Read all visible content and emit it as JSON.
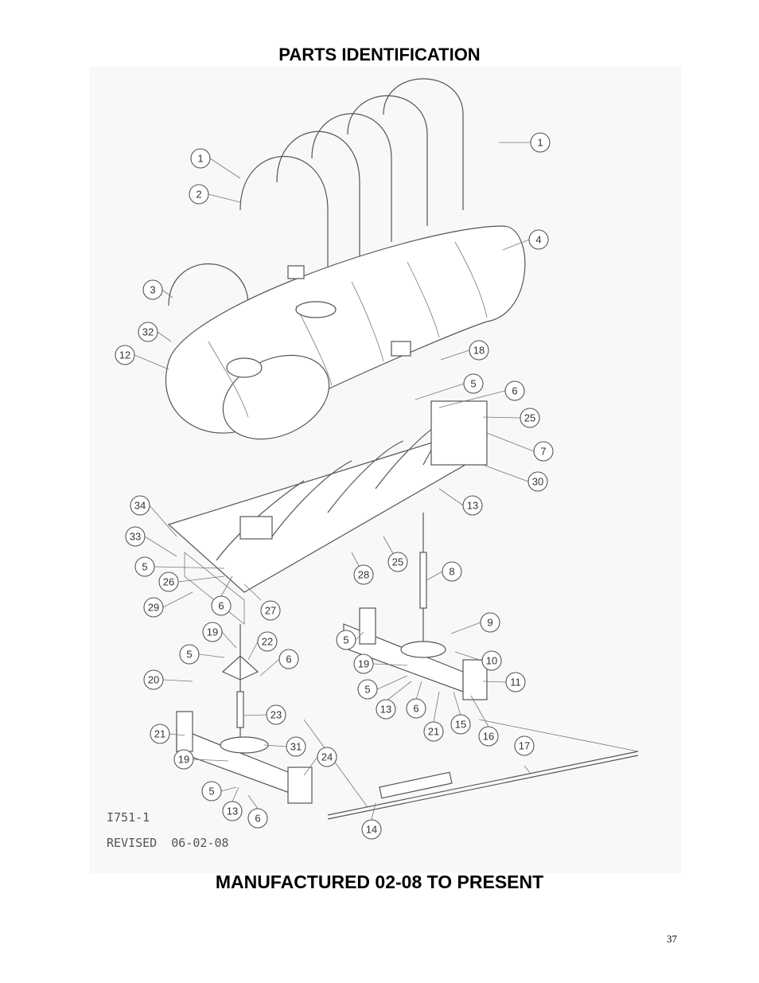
{
  "page": {
    "title": "PARTS IDENTIFICATION",
    "bottom_title": "MANUFACTURED 02-08 TO PRESENT",
    "page_number": "37"
  },
  "drawing": {
    "number": "I751-1",
    "revision": "REVISED  06-02-08"
  },
  "callouts": [
    "1",
    "1",
    "2",
    "3",
    "4",
    "32",
    "12",
    "18",
    "5",
    "6",
    "25",
    "7",
    "30",
    "13",
    "34",
    "33",
    "5",
    "26",
    "25",
    "8",
    "28",
    "29",
    "6",
    "27",
    "9",
    "5",
    "10",
    "19",
    "5",
    "22",
    "6",
    "19",
    "11",
    "5",
    "13",
    "6",
    "21",
    "15",
    "16",
    "20",
    "23",
    "21",
    "31",
    "17",
    "19",
    "24",
    "5",
    "13",
    "6",
    "14"
  ]
}
